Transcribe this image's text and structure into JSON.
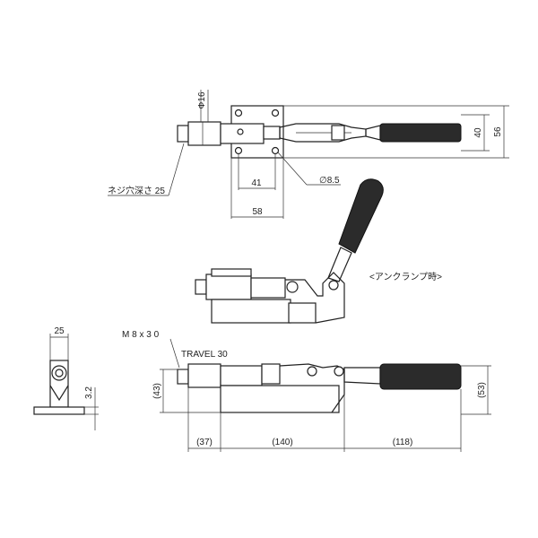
{
  "labels": {
    "phi16": "Φ16",
    "screw_depth": "ネジ穴深さ  25",
    "dim41": "41",
    "dim58": "58",
    "dim_phi85": "∅8.5",
    "dim40": "40",
    "dim56": "56",
    "unclamp": "<アンクランプ時>",
    "thread": "M 8 x 3 0",
    "travel": "TRAVEL 30",
    "dim43": "(43)",
    "dim53": "(53)",
    "dim37": "(37)",
    "dim140": "(140)",
    "dim118": "(118)",
    "dim25": "25",
    "dim32": "3.2"
  }
}
